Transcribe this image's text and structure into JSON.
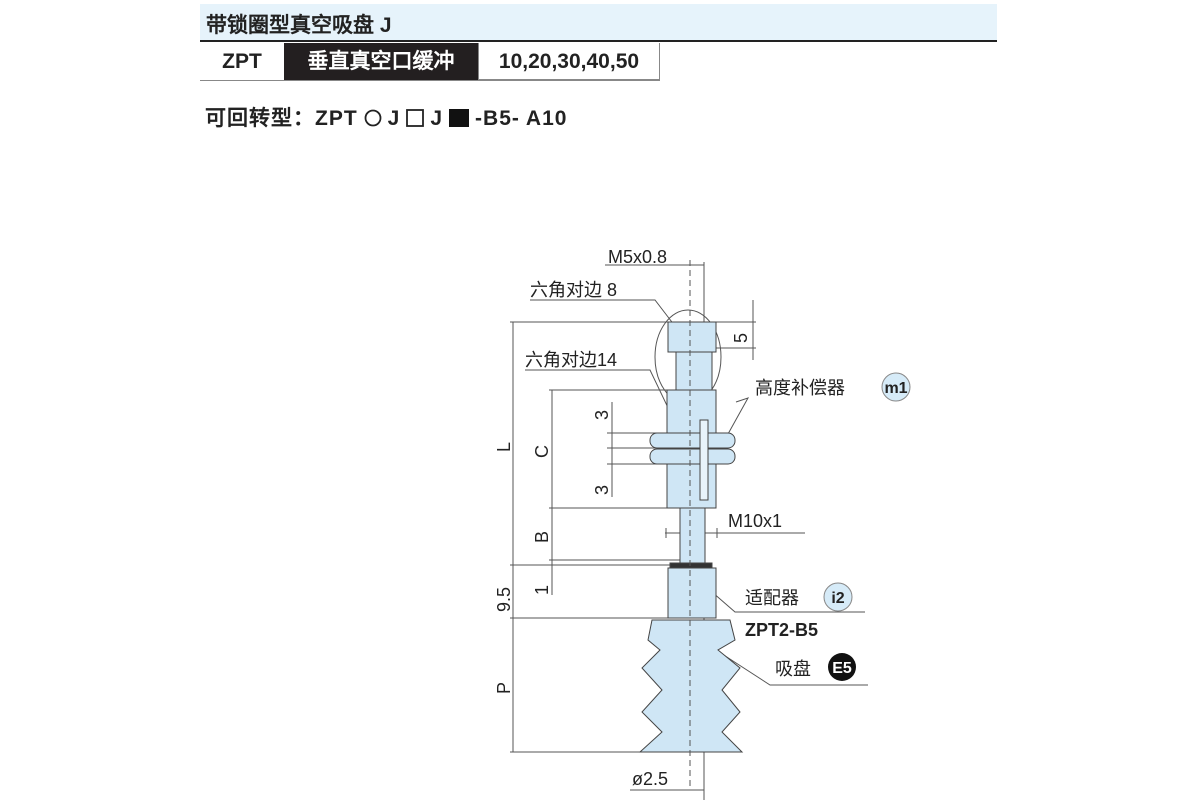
{
  "header": {
    "title": "带锁圈型真空吸盘 J"
  },
  "spec_row": {
    "series": "ZPT",
    "type": "垂直真空口缓冲",
    "strokes": "10,20,30,40,50"
  },
  "order_code": {
    "prefix": "可回转型：ZPT",
    "j1": "J",
    "j2": "J",
    "suffix": "-B5- A10"
  },
  "drawing": {
    "thread_top": "M5x0.8",
    "hex8": "六角对边 8",
    "hex14": "六角对边14",
    "dim_5": "5",
    "dim_L": "L",
    "dim_C": "C",
    "dim_3a": "3",
    "dim_3b": "3",
    "dim_B": "B",
    "dim_1": "1",
    "dim_9_5": "9.5",
    "dim_P": "P",
    "thread_body": "M10x1",
    "compensator": "高度补偿器",
    "compensator_badge": "m1",
    "adapter": "适配器",
    "adapter_badge": "i2",
    "adapter_model": "ZPT2-B5",
    "pad": "吸盘",
    "pad_badge": "E5",
    "bore": "ø2.5",
    "colors": {
      "part_fill": "#cfe6f5",
      "badge_light": "#d6ebf8",
      "badge_dark": "#111111"
    }
  }
}
